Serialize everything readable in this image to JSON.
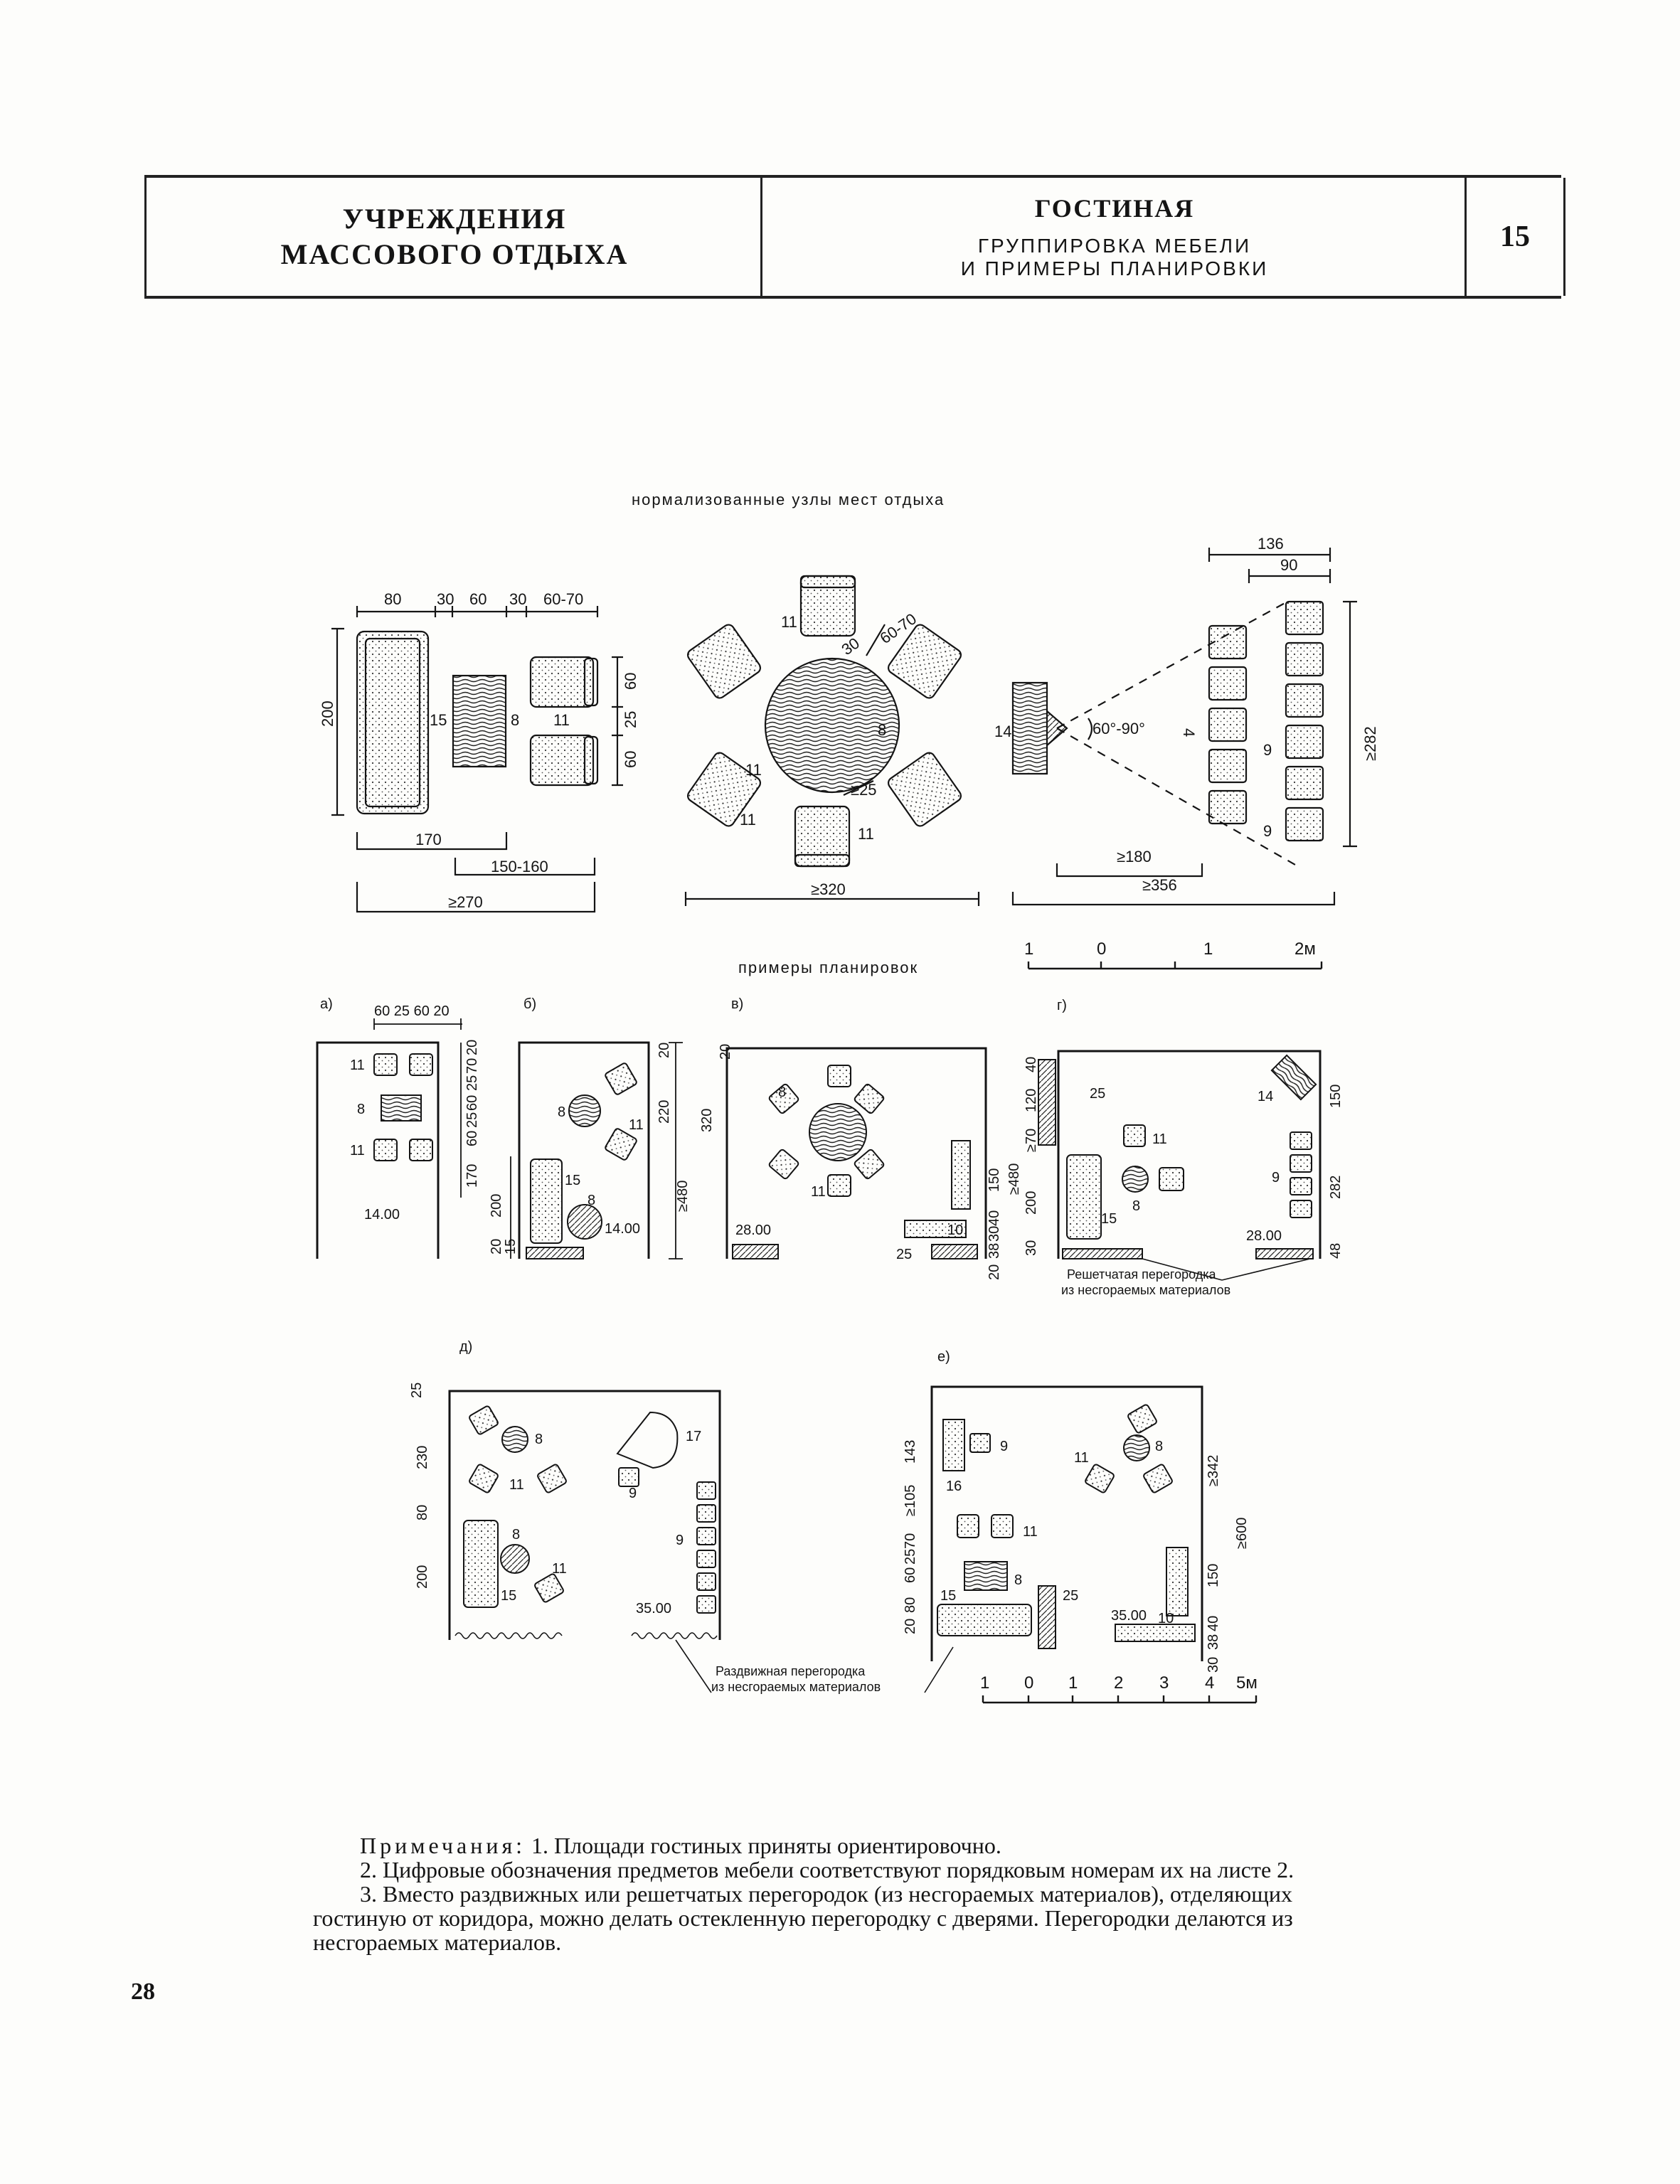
{
  "header": {
    "org_line1": "УЧРЕЖДЕНИЯ",
    "org_line2": "МАССОВОГО ОТДЫХА",
    "section_title": "ГОСТИНАЯ",
    "subtitle_line1": "ГРУППИРОВКА МЕБЕЛИ",
    "subtitle_line2": "И ПРИМЕРЫ ПЛАНИРОВКИ",
    "sheet_number": "15"
  },
  "captions": {
    "nodes": "нормализованные узлы мест отдыха",
    "examples": "примеры планировок"
  },
  "node1": {
    "top_dims": [
      "80",
      "30",
      "60",
      "30",
      "60-70"
    ],
    "side_dims": [
      "60",
      "25",
      "60"
    ],
    "height": "200",
    "bottom_dims": [
      "170",
      "150-160",
      "≥270"
    ],
    "labels": [
      "15",
      "8",
      "11"
    ]
  },
  "node2": {
    "dims": [
      "30",
      "60-70",
      "≥25",
      "≥320"
    ],
    "labels": [
      "11",
      "8",
      "11",
      "11",
      "11"
    ]
  },
  "node3": {
    "top_dims": [
      "136",
      "90"
    ],
    "angle": "60°-90°",
    "side_dim": "≥282",
    "bottom_dims": [
      "≥180",
      "≥356"
    ],
    "labels": [
      "14",
      "4",
      "9",
      "9"
    ]
  },
  "scale1": [
    "1",
    "0",
    "1",
    "2м"
  ],
  "plans": {
    "a": {
      "letter": "а)",
      "top_dims": "60 25 60 20",
      "side_dims": [
        "20",
        "70",
        "25",
        "60",
        "25",
        "60",
        "170"
      ],
      "labels": [
        "11",
        "8",
        "11"
      ],
      "area": "14.00"
    },
    "b": {
      "letter": "б)",
      "right_dims": [
        "20",
        "220",
        "≥480"
      ],
      "left_dims": [
        "200",
        "20",
        "15"
      ],
      "labels": [
        "8",
        "11",
        "15",
        "8"
      ],
      "area": "14.00"
    },
    "v": {
      "letter": "в)",
      "left_dims": [
        "20",
        "320"
      ],
      "right_dims": [
        "150",
        "≥480",
        "40",
        "30",
        "38",
        "20"
      ],
      "labels": [
        "8",
        "11",
        "10",
        "25"
      ],
      "area": "28.00"
    },
    "g": {
      "letter": "г)",
      "left_dims": [
        "40",
        "120",
        "≥70",
        "200",
        "30"
      ],
      "right_dims": [
        "150",
        "282",
        "48"
      ],
      "labels": [
        "25",
        "14",
        "11",
        "8",
        "15",
        "9"
      ],
      "area": "28.00",
      "partition": "Решетчатая перегородка",
      "partition2": "из несгораемых материалов"
    },
    "d": {
      "letter": "д)",
      "left_dims": [
        "25",
        "230",
        "80",
        "200"
      ],
      "labels": [
        "8",
        "11",
        "17",
        "9",
        "9",
        "8",
        "11",
        "15"
      ],
      "area": "35.00",
      "partition": "Раздвижная перегородка",
      "partition2": "из несгораемых материалов"
    },
    "e": {
      "letter": "е)",
      "left_dims": [
        "143",
        "≥105",
        "70",
        "25",
        "60",
        "80",
        "20"
      ],
      "right_dims": [
        "≥342",
        "≥600",
        "150",
        "40",
        "38",
        "30"
      ],
      "labels": [
        "9",
        "16",
        "11",
        "8",
        "11",
        "8",
        "15",
        "25",
        "10"
      ],
      "area": "35.00"
    }
  },
  "scale2": [
    "1",
    "0",
    "1",
    "2",
    "3",
    "4",
    "5м"
  ],
  "notes": {
    "head": "Примечания:",
    "n1": "1. Площади гостиных приняты ориентировочно.",
    "n2": "2. Цифровые обозначения предметов мебели соответствуют порядковым номерам их на листе 2.",
    "n3": "3. Вместо раздвижных или решетчатых перегородок (из несгораемых материалов), отделяющих гостиную от коридора, можно делать остекленную перегородку с дверями. Перегородки делаются из несгораемых материалов."
  },
  "page_number": "28"
}
